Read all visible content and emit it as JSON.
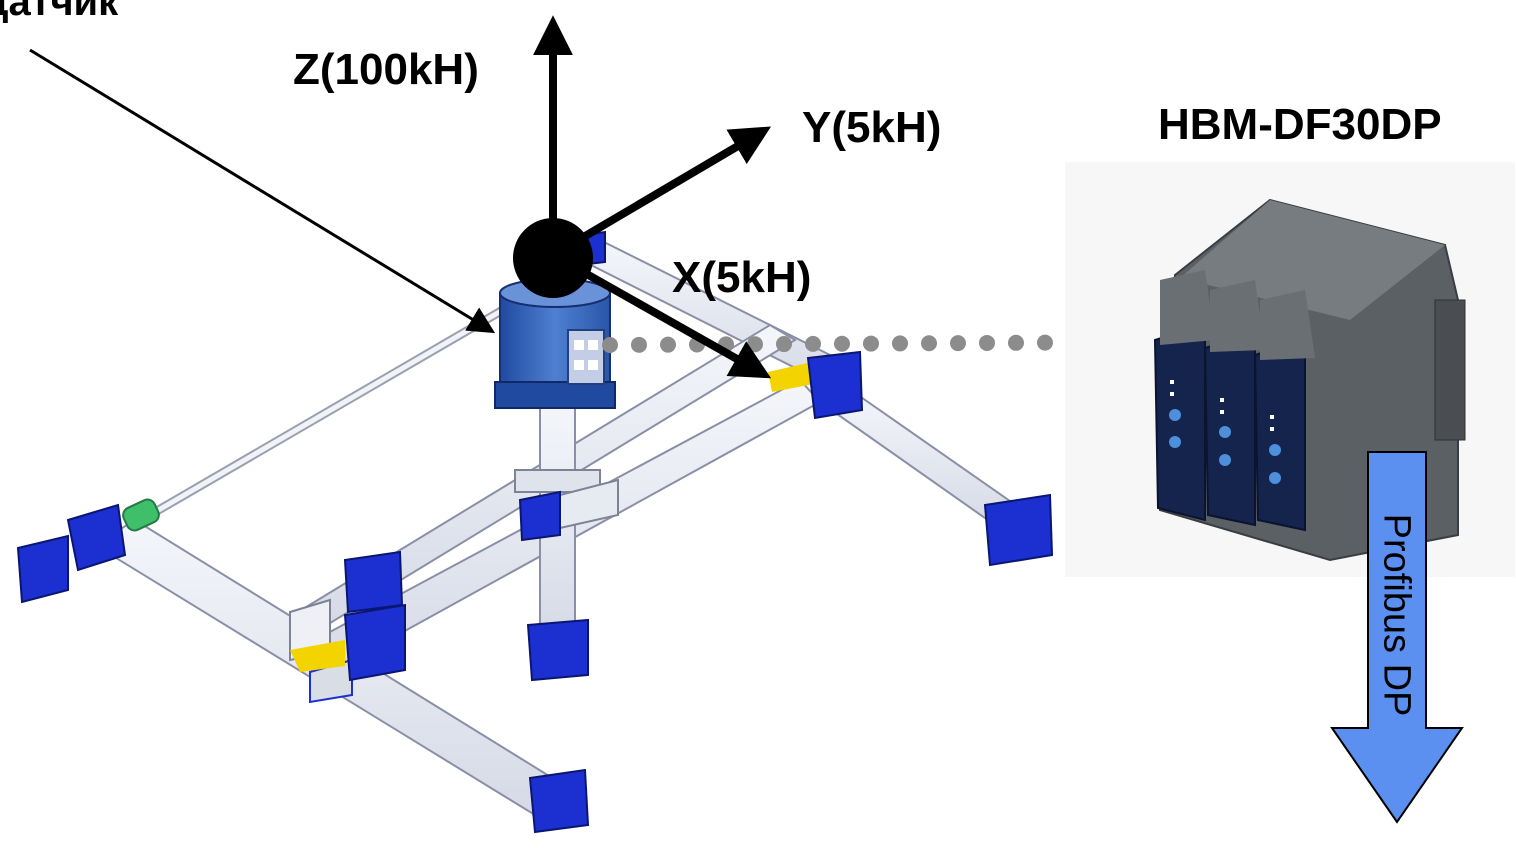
{
  "labels": {
    "sensor": "Датчик",
    "z_axis": "Z(100kH)",
    "y_axis": "Y(5kH)",
    "x_axis": "X(5kH)",
    "device": "HBM-DF30DP",
    "bus": "Profibus DP"
  },
  "colors": {
    "frame_beam": "#e9ecf4",
    "frame_edge": "#8a8fa6",
    "motor_blue": "#1c2fd0",
    "sensor_blue": "#2f5fb0",
    "accent_yellow": "#f3d400",
    "coupling_green": "#3fbf6a",
    "device_gray": "#5b6064",
    "module_navy": "#15244d",
    "led_blue": "#4e8fdc",
    "bus_arrow": "#5b8ff0",
    "dotted_link": "#8c8c8c"
  },
  "icons": {
    "sensor": "force-sensor-icon",
    "device": "amplifier-device-icon",
    "bus": "down-arrow-icon"
  }
}
